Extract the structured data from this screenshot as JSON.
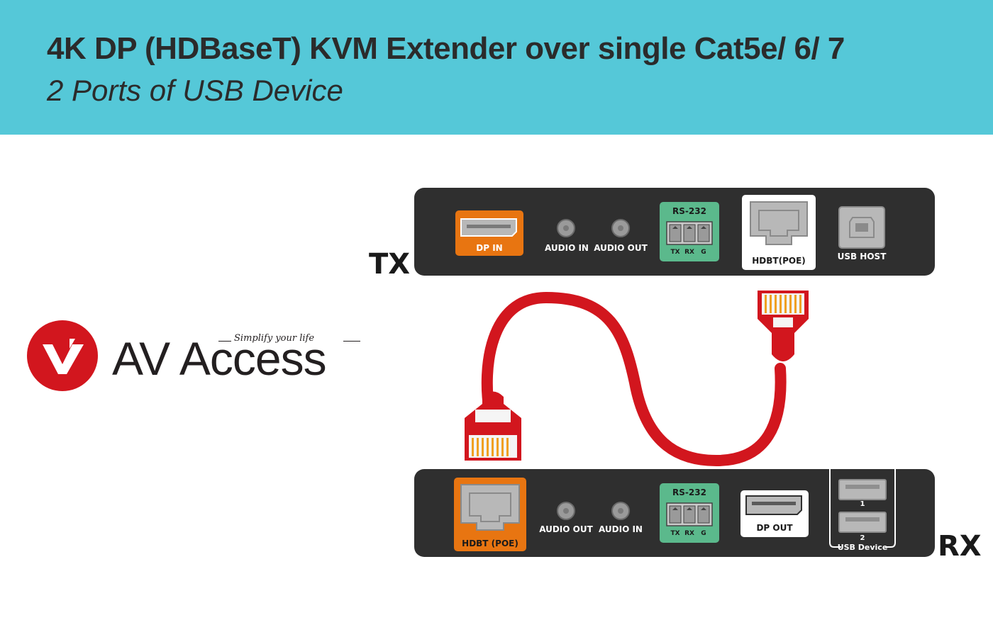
{
  "header": {
    "title": "4K DP (HDBaseT) KVM Extender over single Cat5e/ 6/ 7",
    "subtitle": "2 Ports of USB Device"
  },
  "logo": {
    "brand": "AV Access",
    "tagline": "Simplify your life"
  },
  "tx": {
    "unit_label": "TX",
    "ports": {
      "dp_in": "DP IN",
      "audio_in": "AUDIO IN",
      "audio_out": "AUDIO OUT",
      "rs232": "RS-232",
      "rs232_pins": [
        "TX",
        "RX",
        "G"
      ],
      "hdbt": "HDBT(POE)",
      "usb_host": "USB HOST"
    }
  },
  "rx": {
    "unit_label": "RX",
    "ports": {
      "hdbt": "HDBT (POE)",
      "audio_out": "AUDIO OUT",
      "audio_in": "AUDIO IN",
      "rs232": "RS-232",
      "rs232_pins": [
        "TX",
        "RX",
        "G"
      ],
      "dp_out": "DP OUT",
      "usb_1": "1",
      "usb_2": "2",
      "usb_device": "USB Device"
    }
  },
  "colors": {
    "header_bg": "#55c8d8",
    "panel": "#2f2f2f",
    "highlight_orange": "#e87511",
    "rs232_green": "#5bb98c",
    "cable_red": "#d2161e",
    "logo_red": "#d2161e"
  }
}
